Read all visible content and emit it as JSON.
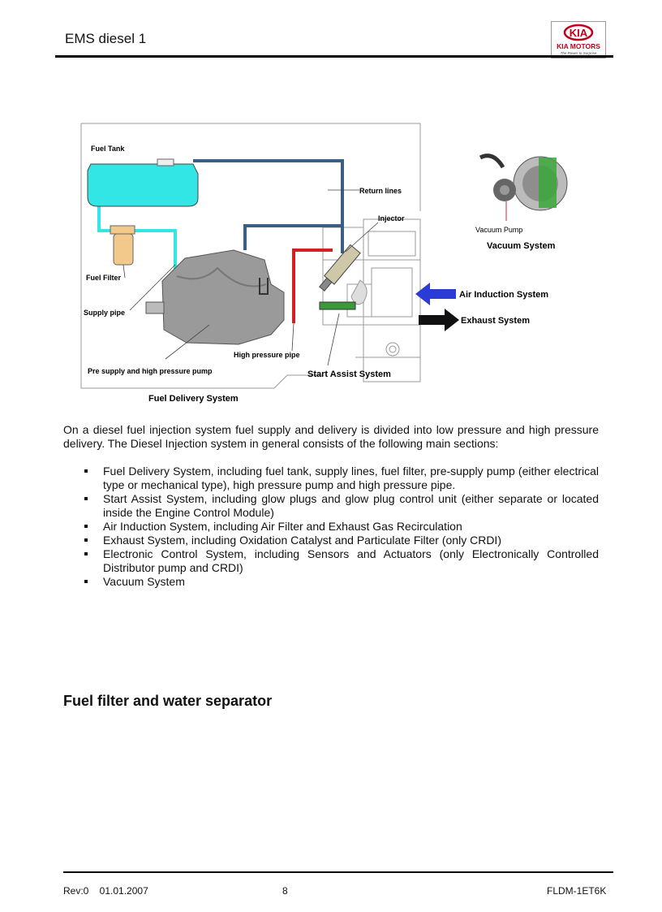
{
  "header": {
    "title": "EMS diesel 1"
  },
  "logo": {
    "brand": "KIA",
    "wordmark": "KIA MOTORS",
    "tagline": "The Power to Surprise"
  },
  "figure": {
    "fuel_tank": "Fuel Tank",
    "return_lines": "Return lines",
    "injector": "Injector",
    "fuel_filter": "Fuel Filter",
    "supply_pipe": "Supply pipe",
    "high_pressure_pipe": "High pressure pipe",
    "pre_supply_pump": "Pre supply and high pressure pump",
    "start_assist": "Start Assist System",
    "fuel_delivery_caption": "Fuel Delivery System",
    "vacuum_pump": "Vacuum Pump",
    "vacuum_system": "Vacuum System",
    "air_induction": "Air Induction System",
    "exhaust": "Exhaust System"
  },
  "body": {
    "intro": "On a diesel fuel injection system fuel supply and delivery is divided into low pressure and high pressure delivery. The Diesel Injection system in general consists of the following main sections:",
    "bullets": [
      "Fuel Delivery System, including fuel tank, supply lines, fuel filter, pre-supply pump (either electrical type or mechanical type), high pressure pump and high pressure pipe.",
      "Start Assist System, including glow plugs and glow plug control unit (either separate or located inside the Engine Control Module)",
      "Air Induction System, including Air Filter and Exhaust Gas Recirculation",
      "Exhaust System, including Oxidation Catalyst and Particulate Filter (only CRDI)",
      "Electronic Control System, including Sensors and Actuators (only Electronically Controlled Distributor pump and CRDI)",
      "Vacuum System"
    ],
    "section_heading": "Fuel filter and water separator"
  },
  "footer": {
    "revision": "Rev:0    01.01.2007",
    "page": "8",
    "doc_id": "FLDM-1ET6K"
  },
  "colors": {
    "tank": "#33e6e6",
    "return_line": "#3a5f86",
    "high_pressure": "#d42020",
    "air_arrow": "#2b3bd6",
    "filter": "#f2c98a"
  }
}
